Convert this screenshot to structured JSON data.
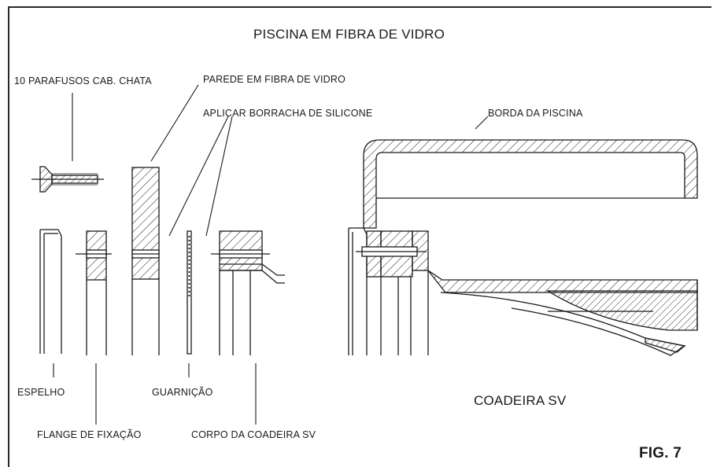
{
  "title": "PISCINA EM FIBRA DE VIDRO",
  "labels": {
    "screws": "10 PARAFUSOS CAB. CHATA",
    "wall": "PAREDE EM FIBRA DE VIDRO",
    "silicone": "APLICAR BORRACHA DE SILICONE",
    "pool_edge": "BORDA DA PISCINA",
    "mirror": "ESPELHO",
    "flange": "FLANGE DE FIXAÇÃO",
    "gasket": "GUARNIÇÃO",
    "body": "CORPO DA COADEIRA SV",
    "assembly": "COADEIRA SV",
    "figure": "FIG. 7"
  },
  "style": {
    "ink": "#1a1a1a",
    "paper": "#ffffff"
  }
}
